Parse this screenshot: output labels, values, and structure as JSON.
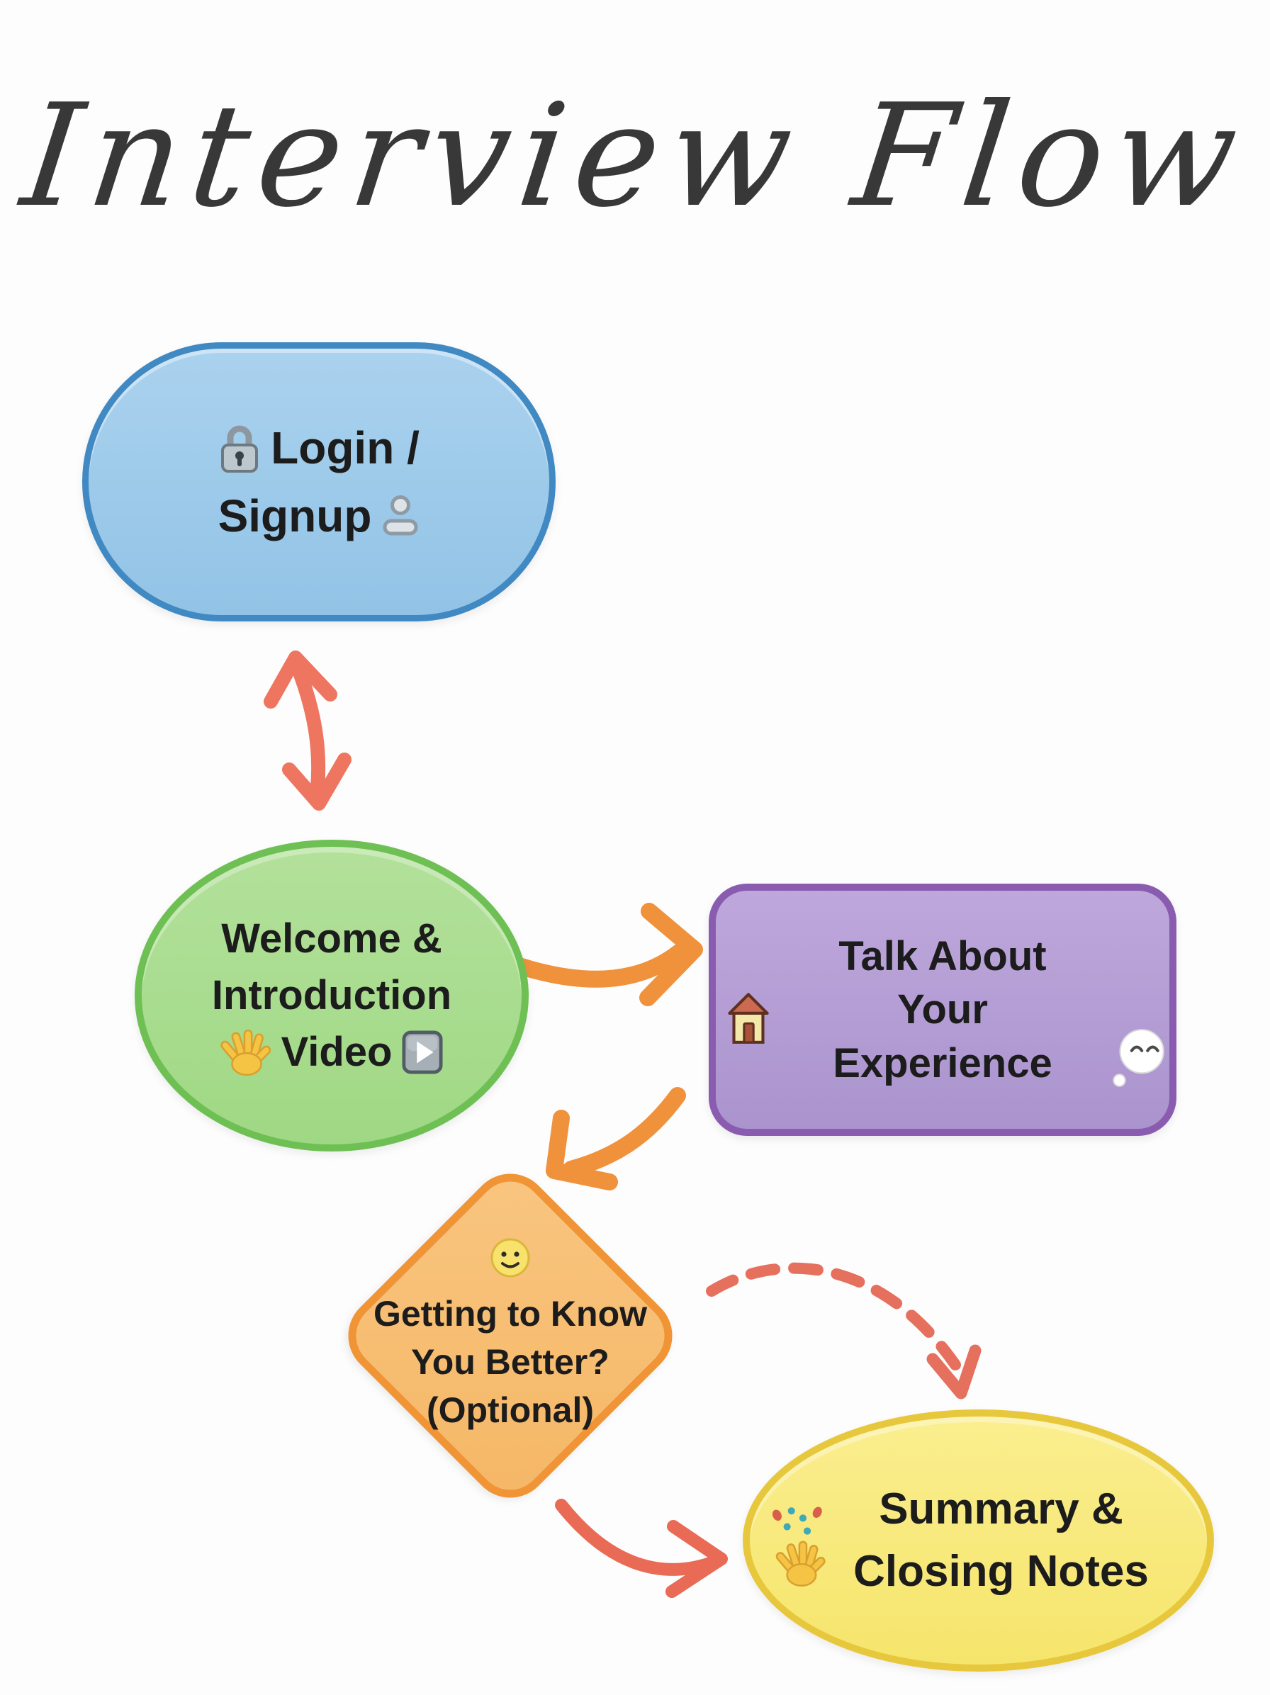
{
  "title": "Interview Flow",
  "nodes": {
    "login_signup": {
      "line1": "Login /",
      "line2": "Signup",
      "shape": "pill",
      "icons": [
        "lock-icon",
        "person-icon"
      ],
      "fill": "#9ccaea",
      "border": "#4189c2"
    },
    "welcome_intro": {
      "line1": "Welcome &",
      "line2": "Introduction",
      "line3": "Video",
      "shape": "ellipse",
      "icons": [
        "waving-hand-icon",
        "play-button-icon"
      ],
      "fill": "#a9dd90",
      "border": "#6fc054"
    },
    "talk_experience": {
      "line1": "Talk About",
      "line2": "Your",
      "line3": "Experience",
      "shape": "rounded-rectangle",
      "icons": [
        "house-icon",
        "thought-bubble-icon"
      ],
      "fill": "#b7a0d6",
      "border": "#8a5cb0"
    },
    "getting_to_know": {
      "line1": "Getting to Know",
      "line2": "You Better?",
      "line3": "(Optional)",
      "shape": "diamond",
      "icons": [
        "smiley-icon"
      ],
      "fill": "#f8bd74",
      "border": "#f09435"
    },
    "summary_closing": {
      "line1": "Summary &",
      "line2": "Closing Notes",
      "shape": "ellipse",
      "icons": [
        "celebration-hand-icon"
      ],
      "fill": "#f9ea7c",
      "border": "#e7c83d"
    }
  },
  "edges": [
    {
      "from": "login_signup",
      "to": "welcome_intro",
      "direction": "bidirectional",
      "style": "solid",
      "color": "#ee7560"
    },
    {
      "from": "welcome_intro",
      "to": "talk_experience",
      "direction": "forward",
      "style": "solid",
      "color": "#f0923b"
    },
    {
      "from": "talk_experience",
      "to": "getting_to_know",
      "direction": "forward",
      "style": "solid",
      "color": "#f0923b"
    },
    {
      "from": "getting_to_know",
      "to": "summary_closing",
      "direction": "forward",
      "style": "dashed",
      "color": "#e6705e"
    },
    {
      "from": "getting_to_know",
      "to": "summary_closing",
      "direction": "forward",
      "style": "solid",
      "color": "#e96a55"
    }
  ],
  "colors": {
    "background": "#fdfdfd",
    "title_text": "#383838",
    "node_text": "#1c1c1c"
  }
}
